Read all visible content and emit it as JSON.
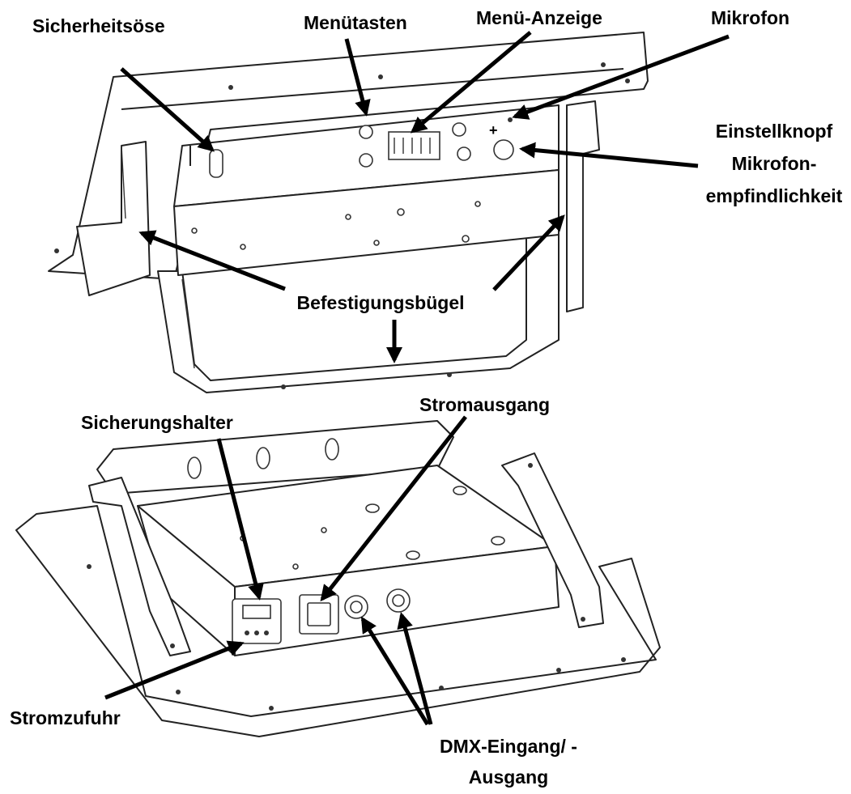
{
  "labels": {
    "safety_eyelet": "Sicherheitsöse",
    "menu_buttons": "Menütasten",
    "menu_display": "Menü-Anzeige",
    "microphone": "Mikrofon",
    "mic_knob_line1": "Einstellknopf",
    "mic_knob_line2": "Mikrofon-",
    "mic_knob_line3": "empfindlichkeit",
    "mounting_bracket": "Befestigungsbügel",
    "fuse_holder": "Sicherungshalter",
    "power_output": "Stromausgang",
    "power_input": "Stromzufuhr",
    "dmx_line1": "DMX-Eingang/ -",
    "dmx_line2": "Ausgang"
  },
  "colors": {
    "ink": "#222222",
    "background": "#ffffff",
    "arrow": "#000000"
  }
}
